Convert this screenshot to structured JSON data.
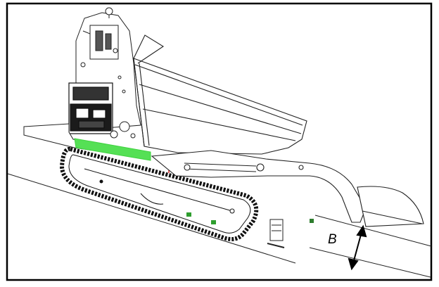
{
  "figure": {
    "dimension_label": "B",
    "colors": {
      "frame": "#000000",
      "linework": "#222222",
      "highlight": "#3fd23f",
      "marker": "#2e9e2e",
      "warning": "#e03030",
      "background": "#ffffff"
    },
    "parts": [
      "operator-control-panel",
      "engine-block",
      "dump-hopper",
      "loader-arm",
      "loader-bucket",
      "rubber-track",
      "ground-slope",
      "clearance-dimension"
    ]
  }
}
